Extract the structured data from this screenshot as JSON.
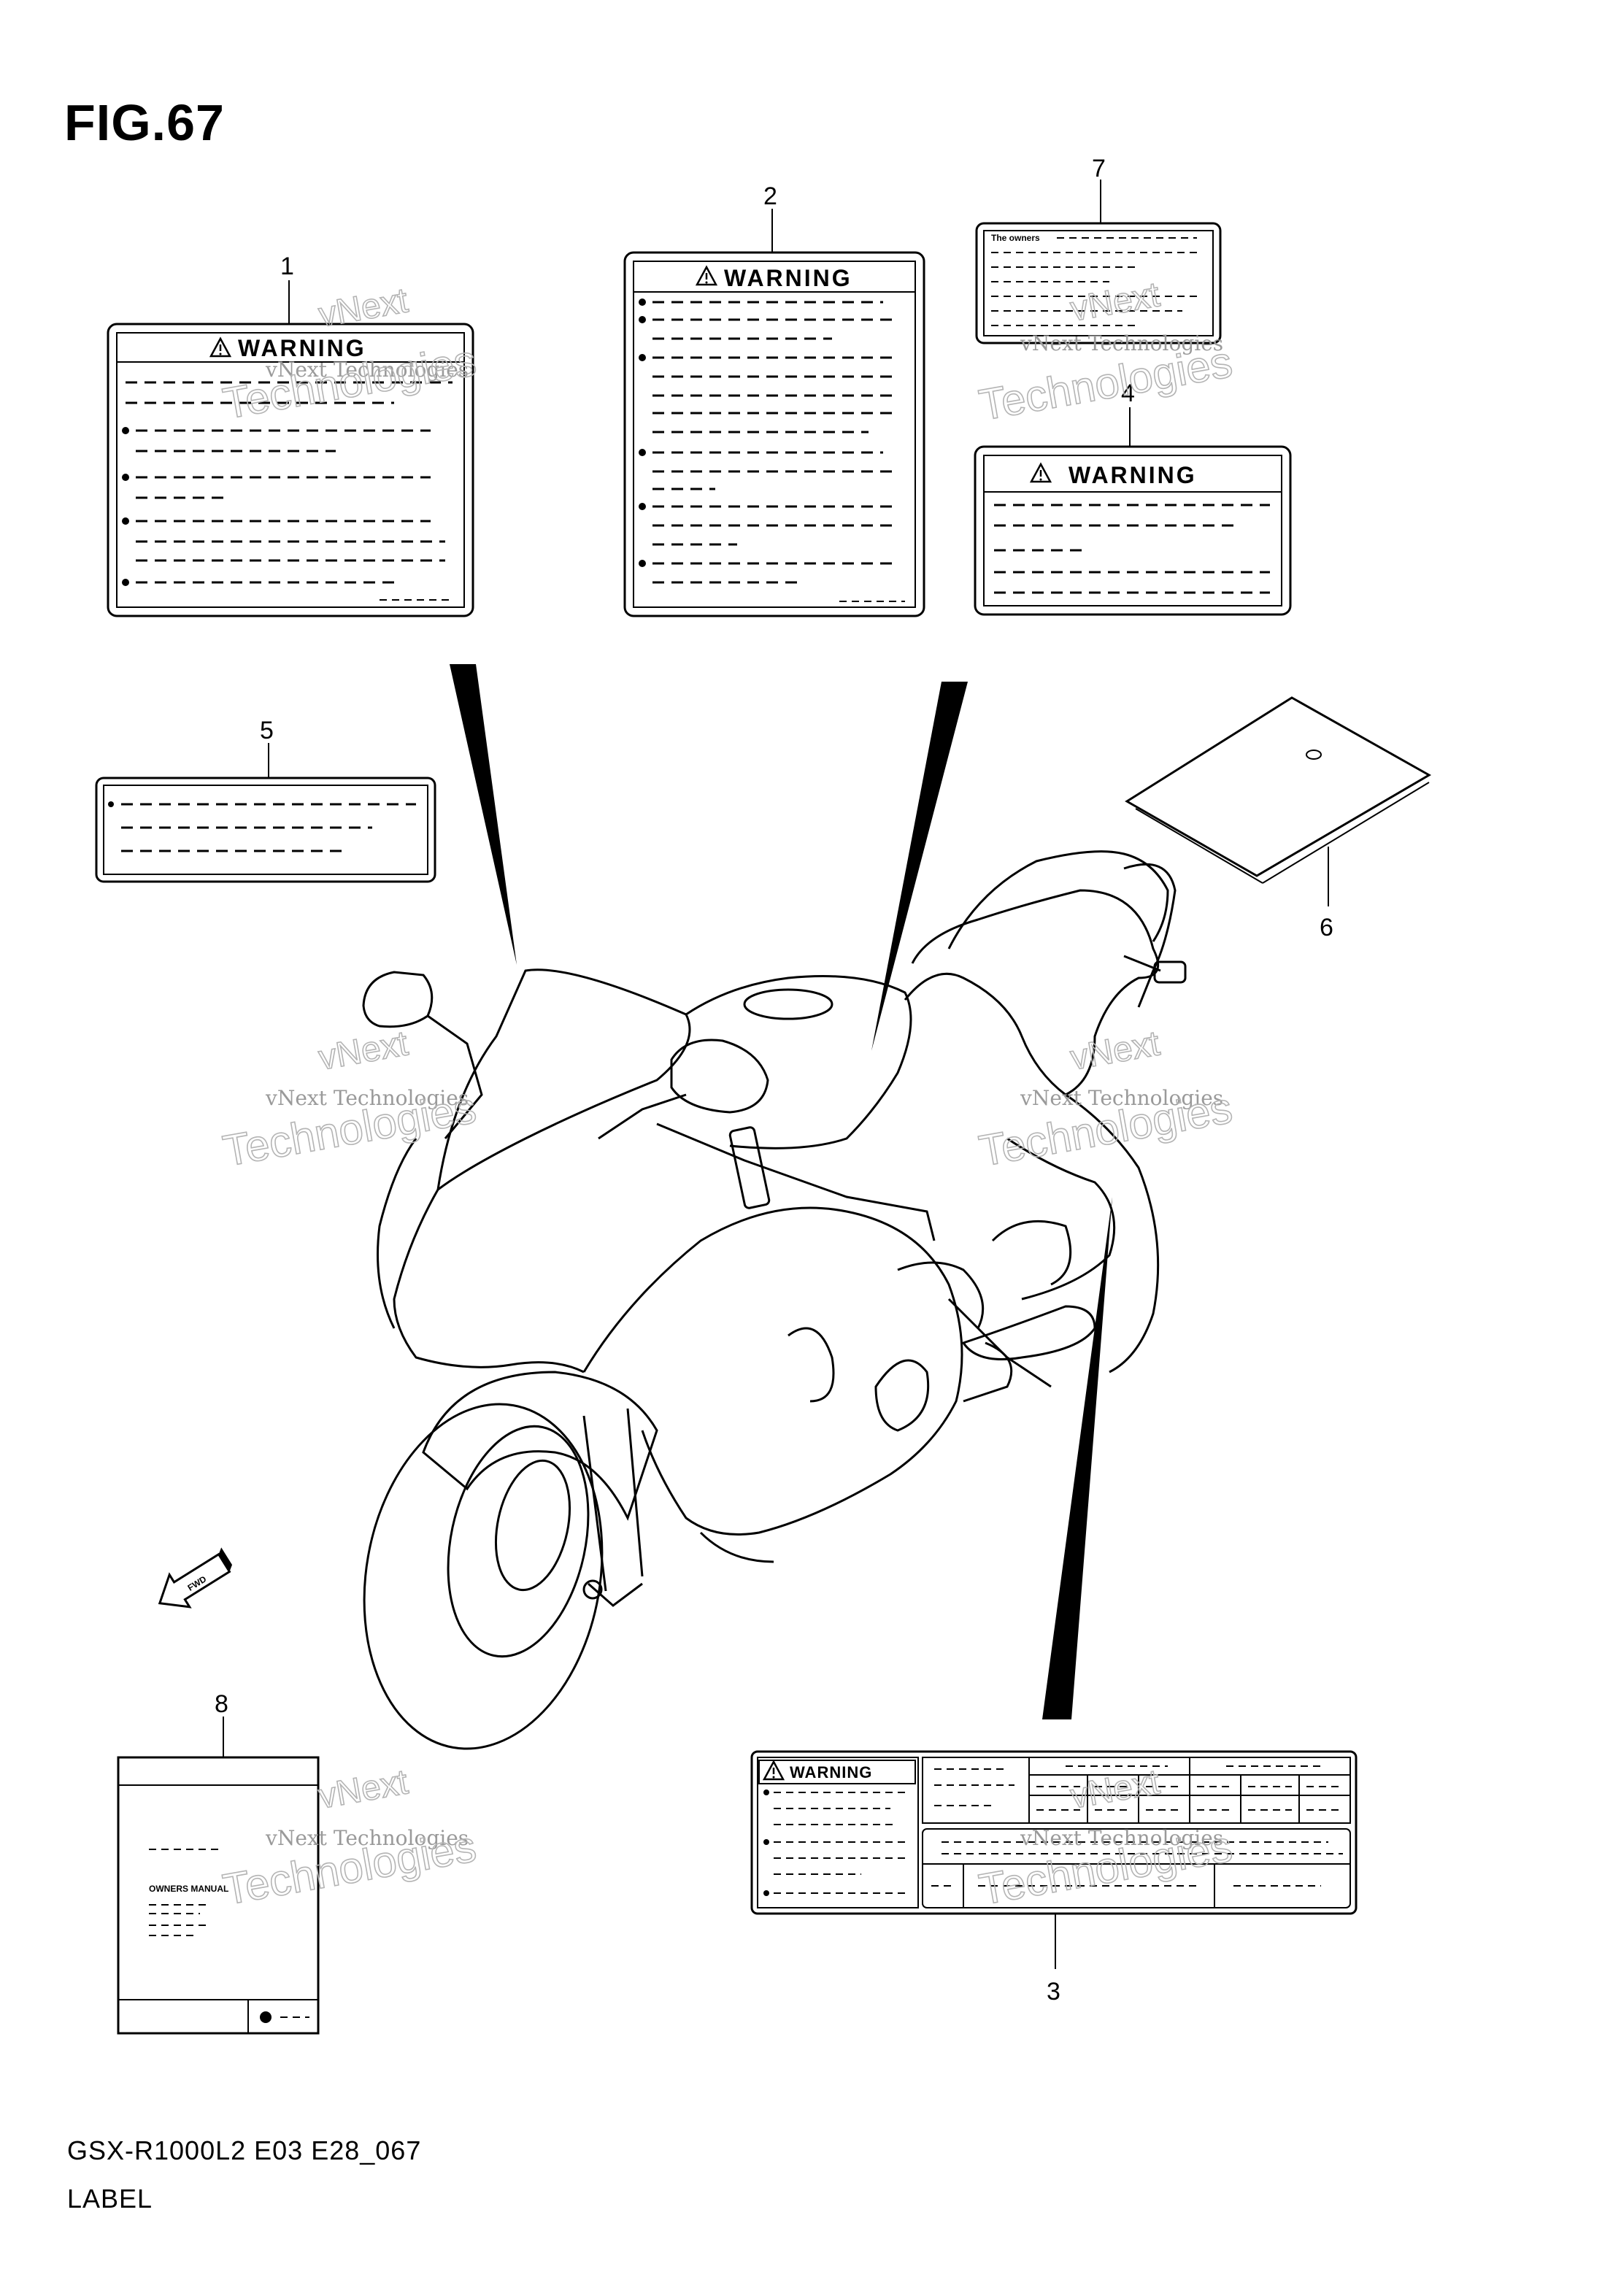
{
  "figure": {
    "title": "FIG.67",
    "model_code": "GSX-R1000L2 E03 E28_067",
    "name": "LABEL"
  },
  "labels": {
    "warning_text": "WARNING",
    "owners_text": "The owners",
    "manual_text": "OWNERS MANUAL",
    "fwd_text": "FWD"
  },
  "callouts": [
    {
      "id": "1",
      "part": "warning-label-1"
    },
    {
      "id": "2",
      "part": "warning-label-2"
    },
    {
      "id": "3",
      "part": "warning-spec-label-3"
    },
    {
      "id": "4",
      "part": "warning-label-4"
    },
    {
      "id": "5",
      "part": "info-label-5"
    },
    {
      "id": "6",
      "part": "sheet-6"
    },
    {
      "id": "7",
      "part": "owners-label-7"
    },
    {
      "id": "8",
      "part": "owners-manual-8"
    }
  ],
  "watermark": {
    "line1": "vNext Technologies",
    "line2": "vNext",
    "line3": "Technologies"
  }
}
